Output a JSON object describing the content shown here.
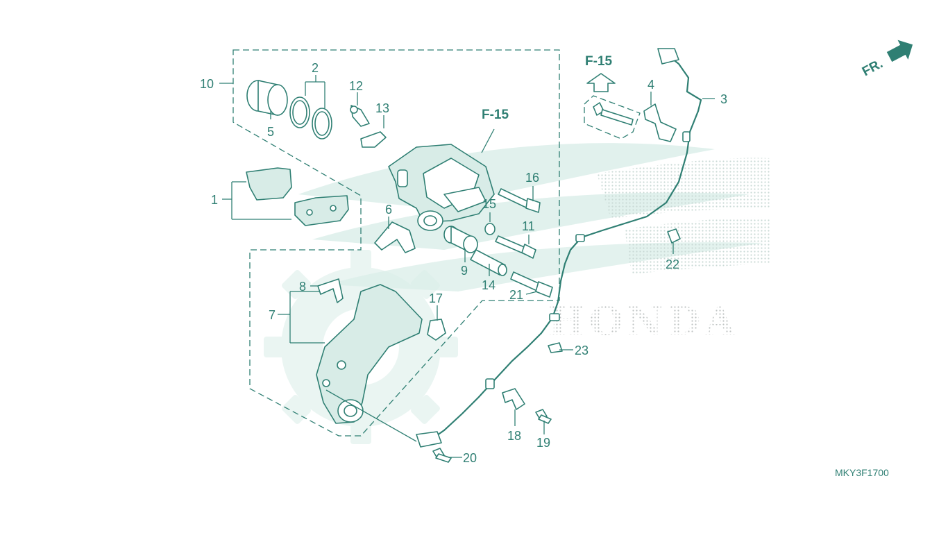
{
  "diagram": {
    "drawing_code": "MKY3F1700",
    "brand_watermark": "HONDA",
    "forward_indicator": "FR.",
    "references": [
      {
        "id": "ref-caliper",
        "label": "F-15"
      },
      {
        "id": "ref-bolt",
        "label": "F-15"
      }
    ],
    "callouts": [
      {
        "id": "1",
        "label": "1"
      },
      {
        "id": "2",
        "label": "2"
      },
      {
        "id": "3",
        "label": "3"
      },
      {
        "id": "4",
        "label": "4"
      },
      {
        "id": "5",
        "label": "5"
      },
      {
        "id": "6",
        "label": "6"
      },
      {
        "id": "7",
        "label": "7"
      },
      {
        "id": "8",
        "label": "8"
      },
      {
        "id": "9",
        "label": "9"
      },
      {
        "id": "10",
        "label": "10"
      },
      {
        "id": "11",
        "label": "11"
      },
      {
        "id": "12",
        "label": "12"
      },
      {
        "id": "13",
        "label": "13"
      },
      {
        "id": "14",
        "label": "14"
      },
      {
        "id": "15",
        "label": "15"
      },
      {
        "id": "16",
        "label": "16"
      },
      {
        "id": "17",
        "label": "17"
      },
      {
        "id": "18",
        "label": "18"
      },
      {
        "id": "19",
        "label": "19"
      },
      {
        "id": "20",
        "label": "20"
      },
      {
        "id": "21",
        "label": "21"
      },
      {
        "id": "22",
        "label": "22"
      },
      {
        "id": "23",
        "label": "23"
      }
    ],
    "colors": {
      "line": "#2f7f73",
      "watermark": "#cfe6e1",
      "background": "#ffffff"
    }
  }
}
